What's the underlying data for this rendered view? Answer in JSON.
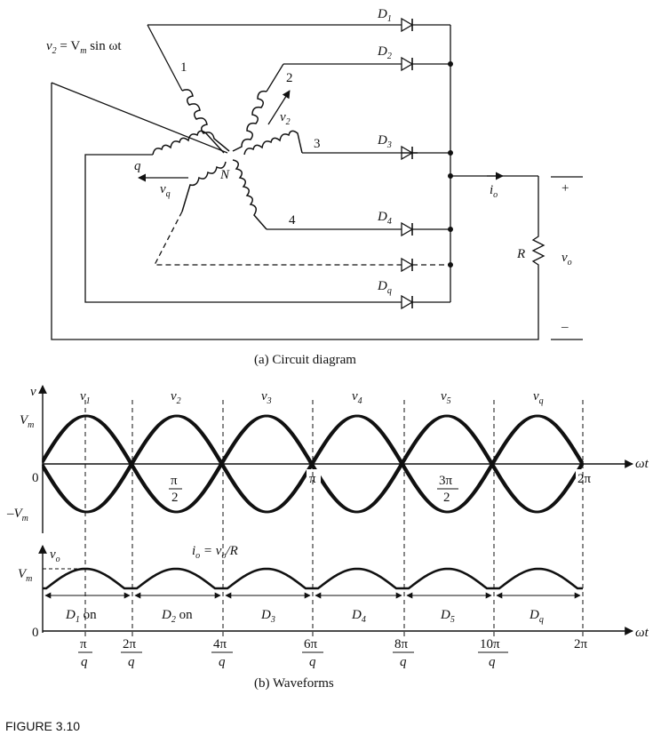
{
  "circuit": {
    "supply_label": {
      "base": "v",
      "sub": "2",
      "rest": " = V",
      "rest_sub": "m",
      "tail": " sin ωt"
    },
    "phase_numbers": [
      "1",
      "2",
      "3",
      "4"
    ],
    "phase_q": "q",
    "neutral": "N",
    "v2_label": {
      "base": "v",
      "sub": "2"
    },
    "vq_label": {
      "base": "v",
      "sub": "q"
    },
    "diodes": [
      {
        "base": "D",
        "sub": "1"
      },
      {
        "base": "D",
        "sub": "2"
      },
      {
        "base": "D",
        "sub": "3"
      },
      {
        "base": "D",
        "sub": "4"
      },
      {
        "base": "D",
        "sub": "q"
      }
    ],
    "io_label": {
      "base": "i",
      "sub": "o"
    },
    "resistor": "R",
    "vo_label": {
      "base": "v",
      "sub": "o"
    },
    "plus": "+",
    "minus": "–",
    "caption": "(a) Circuit diagram"
  },
  "waveforms": {
    "top_axis_v": "v",
    "phase_labels": [
      {
        "base": "v",
        "sub": "1"
      },
      {
        "base": "v",
        "sub": "2"
      },
      {
        "base": "v",
        "sub": "3"
      },
      {
        "base": "v",
        "sub": "4"
      },
      {
        "base": "v",
        "sub": "5"
      },
      {
        "base": "v",
        "sub": "q"
      }
    ],
    "vm_top": {
      "base": "V",
      "sub": "m"
    },
    "zero": "0",
    "vm_neg": {
      "prefix": "–V",
      "sub": "m"
    },
    "omega_t": "ωt",
    "pi_labels": {
      "half_num": "π",
      "half_den": "2",
      "pi": "π",
      "three_half_num": "3π",
      "three_half_den": "2",
      "two_pi": "2π"
    },
    "vo_axis": {
      "base": "v",
      "sub": "o"
    },
    "vm_bottom": {
      "base": "V",
      "sub": "m"
    },
    "io_eq": "i",
    "io_eq_sub": "o",
    "io_eq_rest": " = v",
    "io_eq_rest_sub": "o",
    "io_eq_tail": "/R",
    "zero_bottom": "0",
    "conduction": [
      {
        "base": "D",
        "sub": "1",
        "tail": " on"
      },
      {
        "base": "D",
        "sub": "2",
        "tail": " on"
      },
      {
        "base": "D",
        "sub": "3",
        "tail": ""
      },
      {
        "base": "D",
        "sub": "4",
        "tail": ""
      },
      {
        "base": "D",
        "sub": "5",
        "tail": ""
      },
      {
        "base": "D",
        "sub": "q",
        "tail": ""
      }
    ],
    "x_ticks": [
      {
        "num": "π",
        "den": "q"
      },
      {
        "num": "2π",
        "den": "q"
      },
      {
        "num": "4π",
        "den": "q"
      },
      {
        "num": "6π",
        "den": "q"
      },
      {
        "num": "8π",
        "den": "q"
      },
      {
        "num": "10π",
        "den": "q"
      },
      {
        "num": "2π",
        "den": ""
      }
    ],
    "omega_t_bottom": "ωt",
    "caption": "(b) Waveforms"
  },
  "figure_label": "FIGURE 3.10"
}
